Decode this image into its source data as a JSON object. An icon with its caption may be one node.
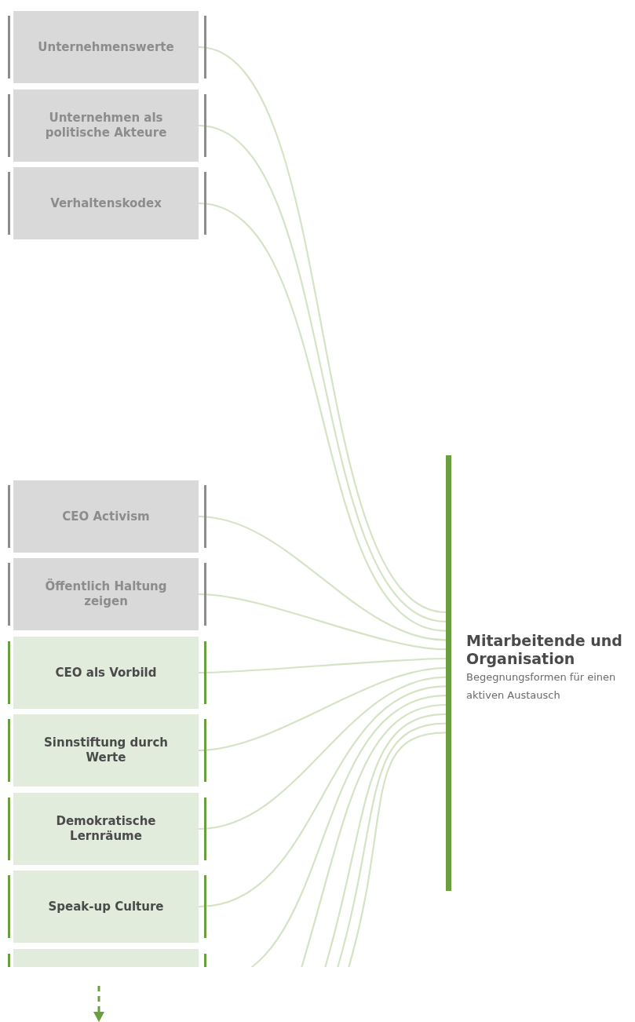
{
  "diagram": {
    "nodes": [
      {
        "text": [
          "Unternehmenswerte"
        ]
      },
      {
        "text": [
          "Unternehmen als politische Akteure"
        ]
      },
      {
        "text": [
          "Verhaltenskodex"
        ]
      },
      {
        "text": [
          "CEO Activism"
        ]
      },
      {
        "text": [
          "Öffentlich Haltung zeigen"
        ]
      },
      {
        "text": [
          "CEO als Vorbild"
        ]
      },
      {
        "text": [
          "Sinnstiftung durch Werte"
        ]
      },
      {
        "text": [
          "Demokratische Lernräume"
        ]
      },
      {
        "text": [
          "Speak-up Culture"
        ]
      },
      {
        "text": [],
        "shape": "box"
      },
      {
        "text": [
          "Mitarbeitende und Organisation",
          "Begegnungsformen für einen aktiven Austausch"
        ]
      }
    ],
    "edges": [
      {
        "from": 0,
        "to": 10,
        "arrow": "none"
      },
      {
        "from": 1,
        "to": 10,
        "arrow": "none"
      },
      {
        "from": 2,
        "to": 10,
        "arrow": "none"
      },
      {
        "from": 3,
        "to": 10,
        "arrow": "none"
      },
      {
        "from": 4,
        "to": 10,
        "arrow": "none"
      },
      {
        "from": 5,
        "to": 10,
        "arrow": "none"
      },
      {
        "from": 6,
        "to": 10,
        "arrow": "none"
      },
      {
        "from": 7,
        "to": 10,
        "arrow": "none"
      },
      {
        "from": 8,
        "to": 10,
        "arrow": "none"
      },
      {
        "from": 9,
        "to": 10,
        "arrow": "none"
      },
      {
        "from": null,
        "to": 10,
        "arrow": "none"
      },
      {
        "from": null,
        "to": 10,
        "arrow": "none"
      },
      {
        "from": null,
        "to": 10,
        "arrow": "none"
      },
      {
        "from": null,
        "to": 10,
        "arrow": "none"
      }
    ]
  }
}
